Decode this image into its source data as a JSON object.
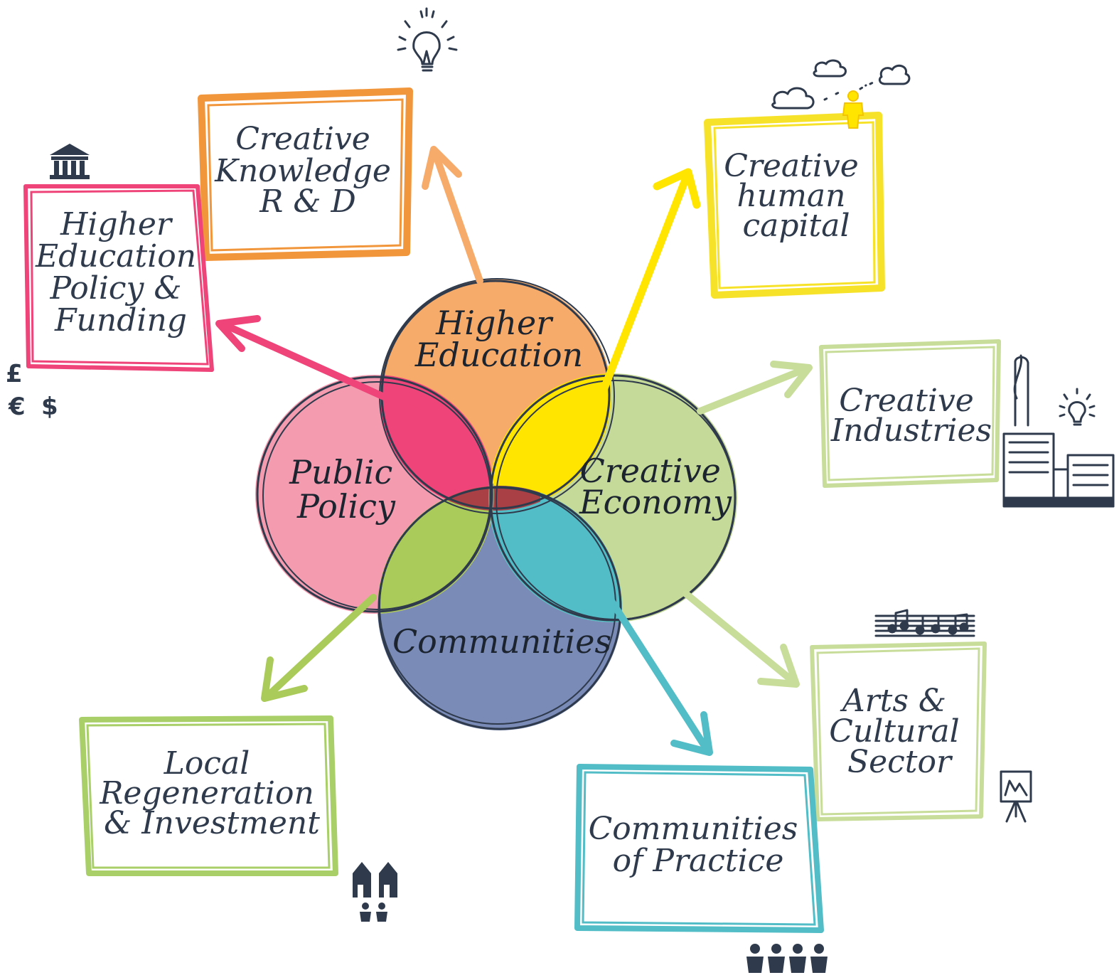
{
  "colors": {
    "ink": "#2f3b4c",
    "higher_education": "#f7ab6a",
    "public_policy": "#f49bb0",
    "creative_economy": "#c5d998",
    "communities": "#7a8bb8",
    "pink_accent": "#ee4479",
    "yellow_accent": "#ffe500",
    "green_accent": "#aacb5a",
    "teal_accent": "#52bdc6",
    "orange_box": "#f2963c",
    "yellow_box": "#f7e22a",
    "light_green_box": "#c8dd9a",
    "green_box": "#a8cf68",
    "teal_box": "#52bdc6",
    "pink_box": "#ee4479"
  },
  "circles": {
    "higher_education": "Higher Education",
    "public_policy": "Public Policy",
    "creative_economy": "Creative Economy",
    "communities": "Communities"
  },
  "boxes": {
    "creative_knowledge": "Creative Knowledge R & D",
    "higher_ed_policy": "Higher Education Policy & Funding",
    "creative_human_capital": "Creative human capital",
    "creative_industries": "Creative Industries",
    "arts_cultural": "Arts & Cultural Sector",
    "communities_practice": "Communities of Practice",
    "local_regeneration": "Local Regeneration & Investment"
  },
  "box_lines": {
    "creative_knowledge": [
      "Creative",
      "Knowledge",
      "R & D"
    ],
    "higher_ed_policy": [
      "Higher",
      "Education",
      "Policy &",
      "Funding"
    ],
    "creative_human_capital": [
      "Creative",
      "human",
      "capital"
    ],
    "creative_industries": [
      "Creative",
      "Industries"
    ],
    "arts_cultural": [
      "Arts &",
      "Cultural",
      "Sector"
    ],
    "communities_practice": [
      "Communities",
      "of Practice"
    ],
    "local_regeneration": [
      "Local",
      "Regeneration",
      "& Investment"
    ]
  },
  "circle_lines": {
    "higher_education": [
      "Higher",
      "Education"
    ],
    "public_policy": [
      "Public",
      "Policy"
    ],
    "creative_economy": [
      "Creative",
      "Economy"
    ],
    "communities": [
      "Communities"
    ]
  },
  "currency": {
    "pound": "£",
    "euro": "€",
    "dollar": "$"
  },
  "icons": [
    "lightbulb-icon",
    "bank-building-icon",
    "currency-icon",
    "clouds-person-icon",
    "factory-buildings-icon",
    "music-notes-icon",
    "easel-icon",
    "houses-people-icon",
    "people-group-icon"
  ]
}
